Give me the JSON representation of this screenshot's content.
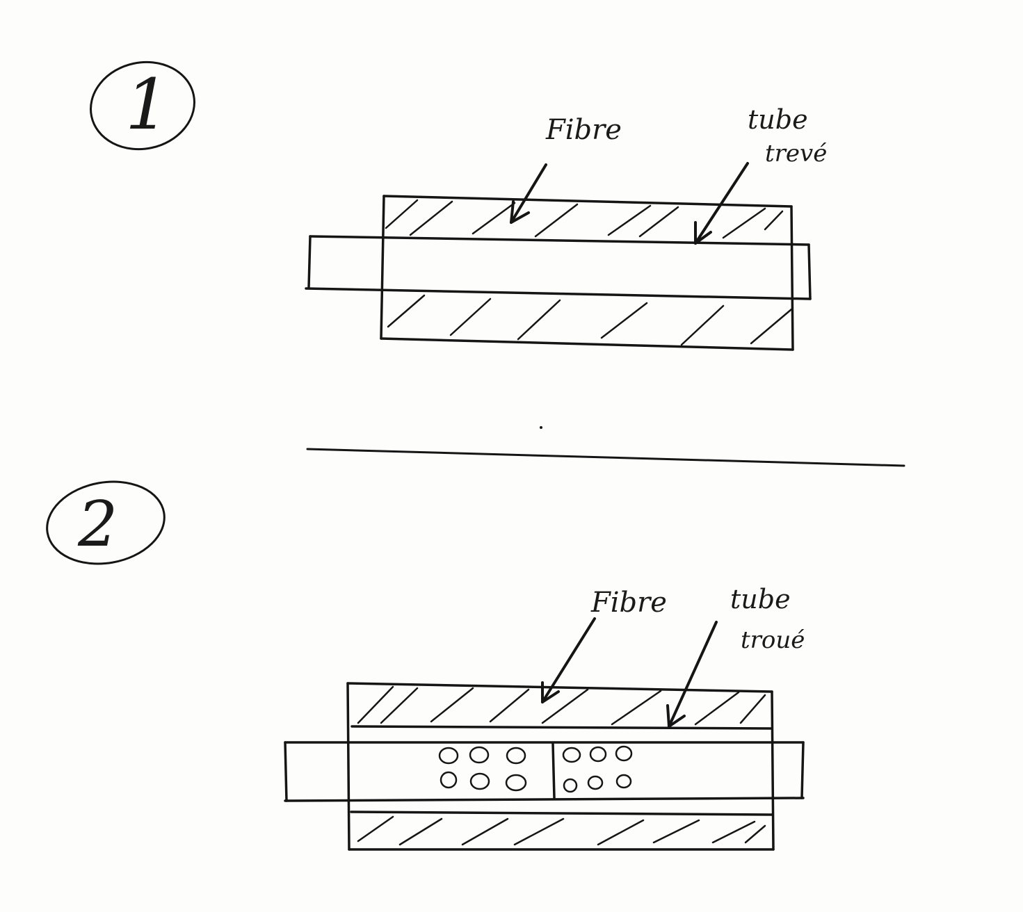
{
  "figures": [
    {
      "number": "1",
      "fiber_label": "Fibre",
      "tube_label_line1": "tube",
      "tube_label_line2": "trevé"
    },
    {
      "number": "2",
      "fiber_label": "Fibre",
      "tube_label_line1": "tube",
      "tube_label_line2": "troué"
    }
  ],
  "colors": {
    "ink": "#151515",
    "paper": "#fdfdfc"
  }
}
